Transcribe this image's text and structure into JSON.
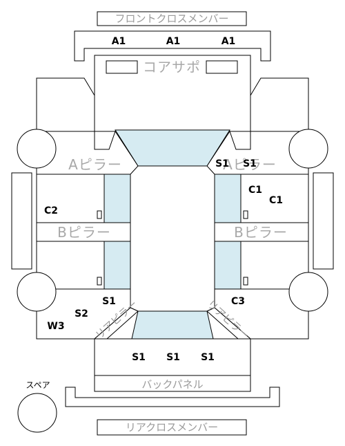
{
  "parts": {
    "front_cross_member": "フロントクロスメンバー",
    "core_support": "コアサポ",
    "a_pillar_left": "Aピラー",
    "a_pillar_right": "Aピラー",
    "b_pillar_left": "Bピラー",
    "b_pillar_right": "Bピラー",
    "back_panel": "バックパネル",
    "rear_cross_member": "リアクロスメンバー",
    "spare": "スペア",
    "rear_pillar_left": "リアピラー",
    "rear_pillar_right": "リアピラー"
  },
  "damage_codes": {
    "front_member_1": "A1",
    "front_member_2": "A1",
    "front_member_3": "A1",
    "right_a_pillar_1": "S1",
    "right_a_pillar_2": "S1",
    "right_front_door_1": "C1",
    "right_front_door_2": "C1",
    "left_front_door": "C2",
    "left_rear_door": "S1",
    "left_rear_quarter_s2": "S2",
    "left_rear_quarter_w3": "W3",
    "right_rear_door": "C3",
    "back_panel_1": "S1",
    "back_panel_2": "S1",
    "back_panel_3": "S1"
  }
}
